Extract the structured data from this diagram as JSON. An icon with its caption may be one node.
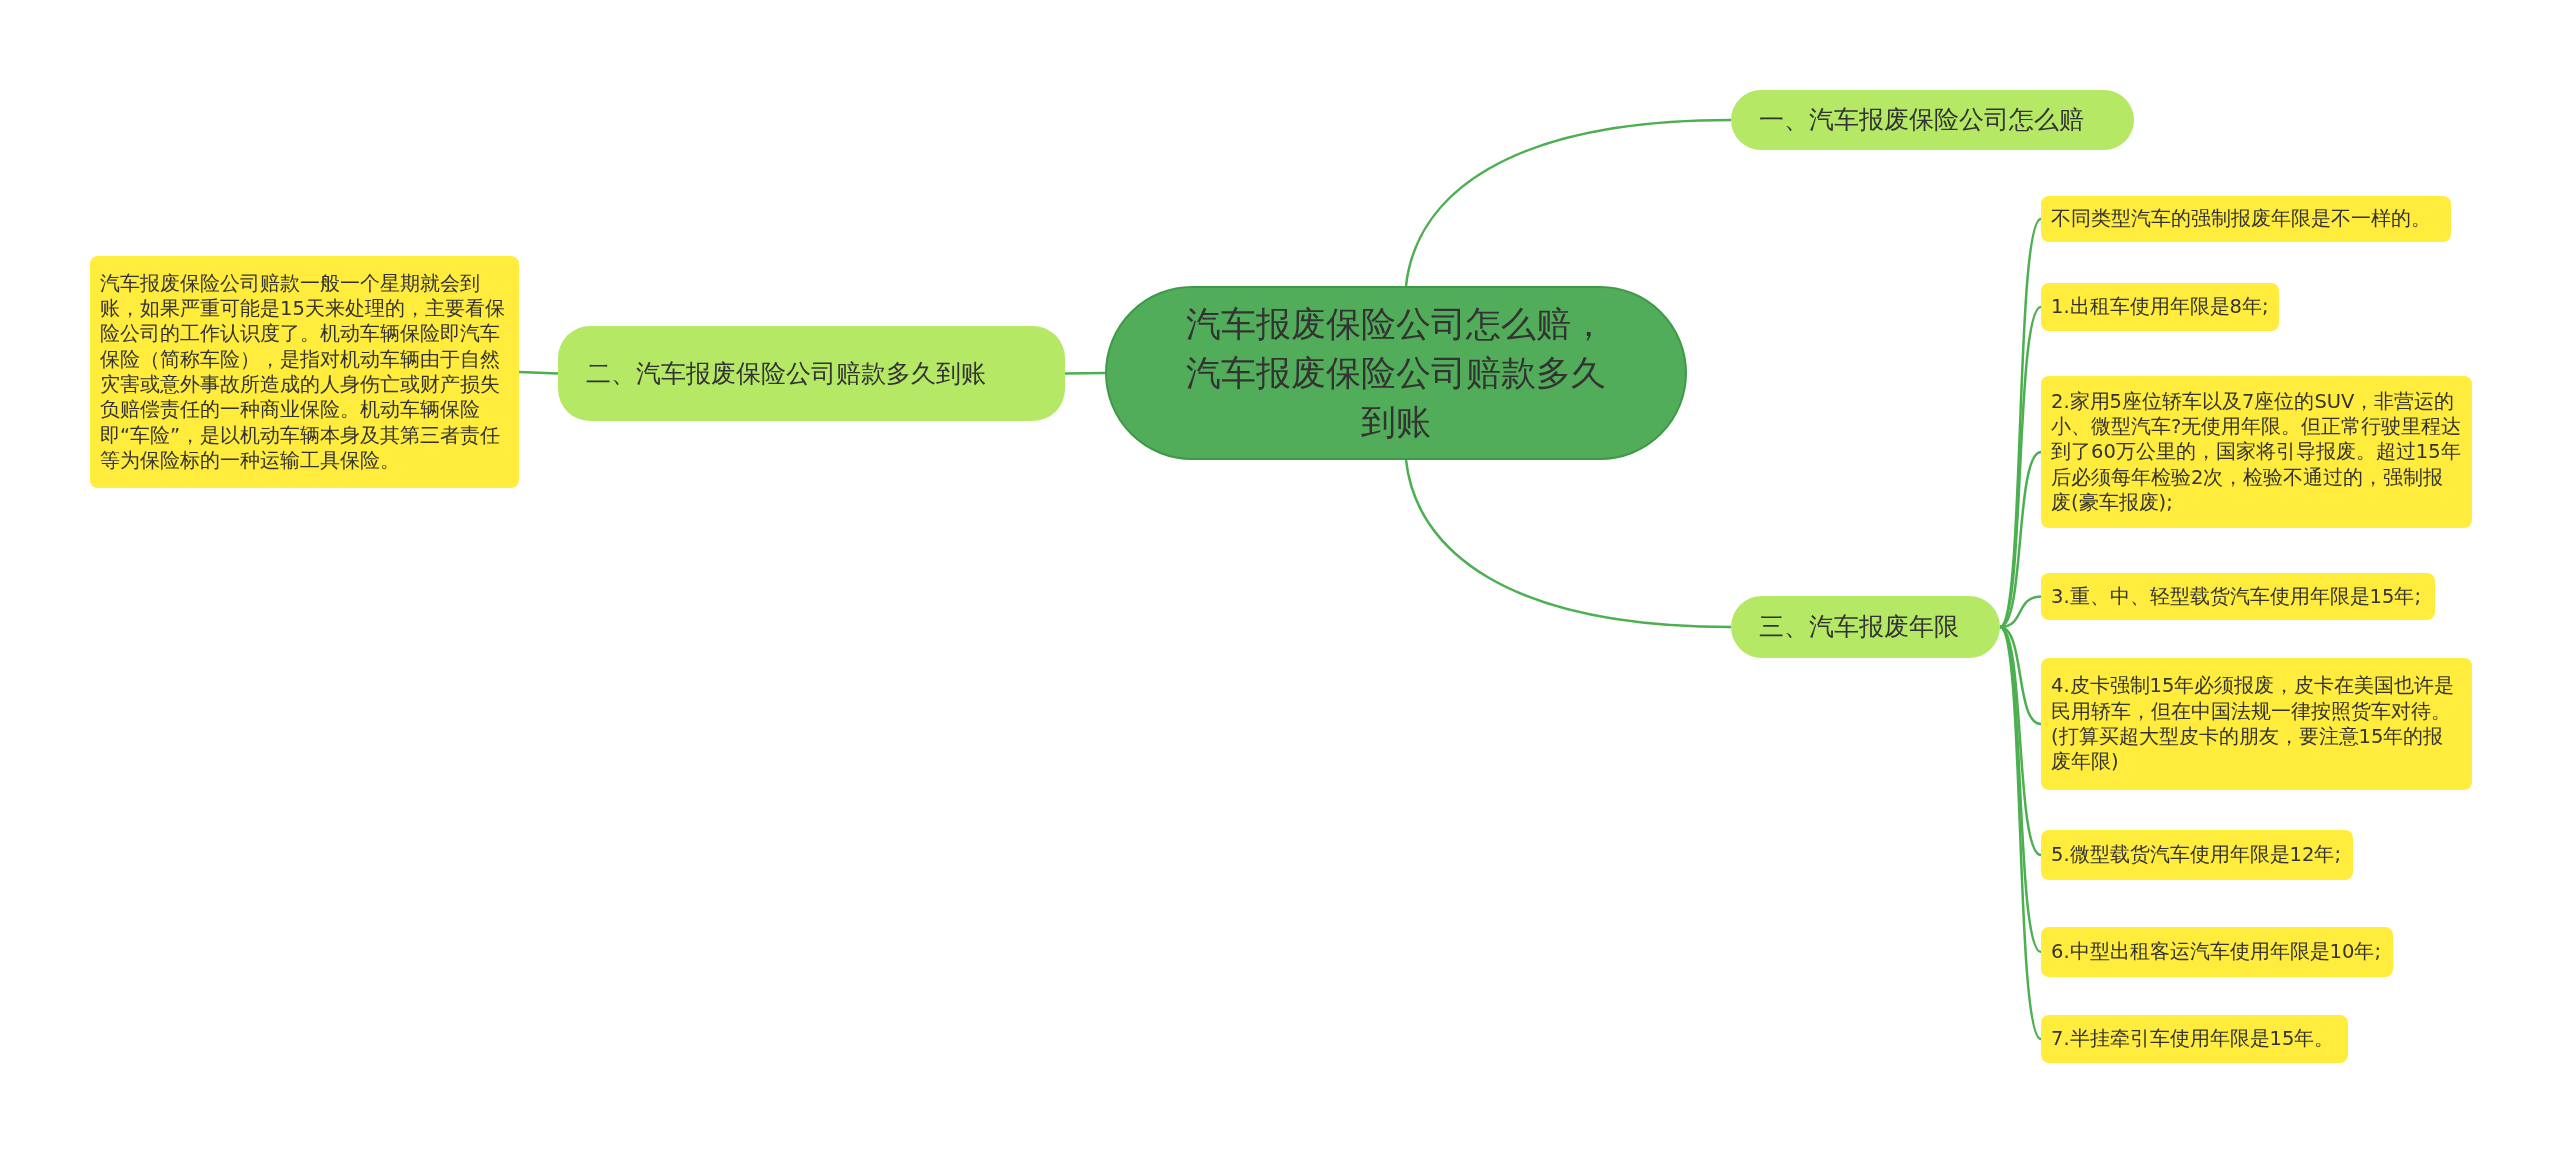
{
  "diagram": {
    "nodes": [
      {
        "text": [
          "汽车报废保险公司怎么赔，汽车报废保险公司赔款多久到账"
        ]
      },
      {
        "text": [
          "一、汽车报废保险公司怎么赔"
        ]
      },
      {
        "text": [
          "二、汽车报废保险公司赔款多久到账"
        ]
      },
      {
        "text": [
          "汽车报废保险公司赔款一般一个星期就会到账，如果严重可能是15天来处理的，主要看保险公司的工作认识度了。机动车辆保险即汽车保险（简称车险），是指对机动车辆由于自然灾害或意外事故所造成的人身伤亡或财产损失负赔偿责任的一种商业保险。机动车辆保险即“车险”，是以机动车辆本身及其第三者责任等为保险标的一种运输工具保险。"
        ]
      },
      {
        "text": [
          "三、汽车报废年限"
        ]
      },
      {
        "text": [
          "不同类型汽车的强制报废年限是不一样的。"
        ]
      },
      {
        "text": [
          "1.出租车使用年限是8年;"
        ]
      },
      {
        "text": [
          "2.家用5座位轿车以及7座位的SUV，非营运的小、微型汽车?无使用年限。但正常行驶里程达到了60万公里的，国家将引导报废。超过15年后必须每年检验2次，检验不通过的，强制报废(豪车报废);"
        ]
      },
      {
        "text": [
          "3.重、中、轻型载货汽车使用年限是15年;"
        ]
      },
      {
        "text": [
          "4.皮卡强制15年必须报废，皮卡在美国也许是民用轿车，但在中国法规一律按照货车对待。(打算买超大型皮卡的朋友，要注意15年的报废年限)"
        ]
      },
      {
        "text": [
          "5.微型载货汽车使用年限是12年;"
        ]
      },
      {
        "text": [
          "6.中型出租客运汽车使用年限是10年;"
        ]
      },
      {
        "text": [
          "7.半挂牵引车使用年限是15年。"
        ]
      }
    ],
    "edges": [
      {
        "from": 0,
        "to": 1,
        "arrow": "none"
      },
      {
        "from": 0,
        "to": 2,
        "arrow": "none"
      },
      {
        "from": 2,
        "to": 3,
        "arrow": "none"
      },
      {
        "from": 0,
        "to": 4,
        "arrow": "none"
      },
      {
        "from": 4,
        "to": 5,
        "arrow": "none"
      },
      {
        "from": 4,
        "to": 6,
        "arrow": "none"
      },
      {
        "from": 4,
        "to": 7,
        "arrow": "none"
      },
      {
        "from": 4,
        "to": 8,
        "arrow": "none"
      },
      {
        "from": 4,
        "to": 9,
        "arrow": "none"
      },
      {
        "from": 4,
        "to": 10,
        "arrow": "none"
      },
      {
        "from": 4,
        "to": 11,
        "arrow": "none"
      },
      {
        "from": 4,
        "to": 12,
        "arrow": "none"
      }
    ]
  }
}
